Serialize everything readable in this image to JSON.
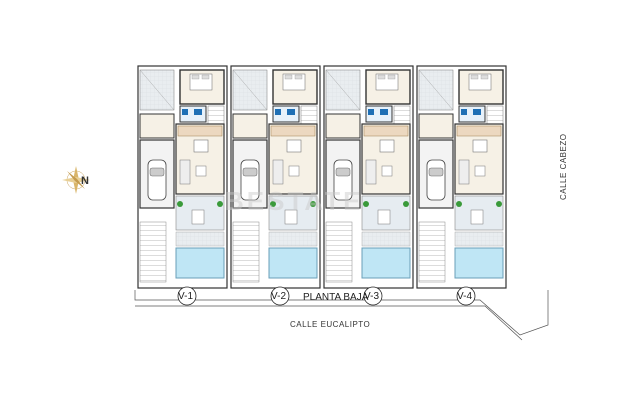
{
  "plan": {
    "floor_label": "PLANTA BAJA",
    "street_bottom": "CALLE EUCALIPTO",
    "street_right": "CALLE CABEZO",
    "compass_letter": "N",
    "watermark": "BESTATE"
  },
  "villas": [
    {
      "id": "V-1"
    },
    {
      "id": "V-2"
    },
    {
      "id": "V-3"
    },
    {
      "id": "V-4"
    }
  ],
  "colors": {
    "wall": "#333333",
    "pool": "#bfe6f5",
    "terrace": "#e6ecf1",
    "kitchen": "#ecd8c0",
    "floor": "#f6f1e6",
    "grass": "#3a9a3a",
    "bath_accent": "#1e6fb5"
  }
}
